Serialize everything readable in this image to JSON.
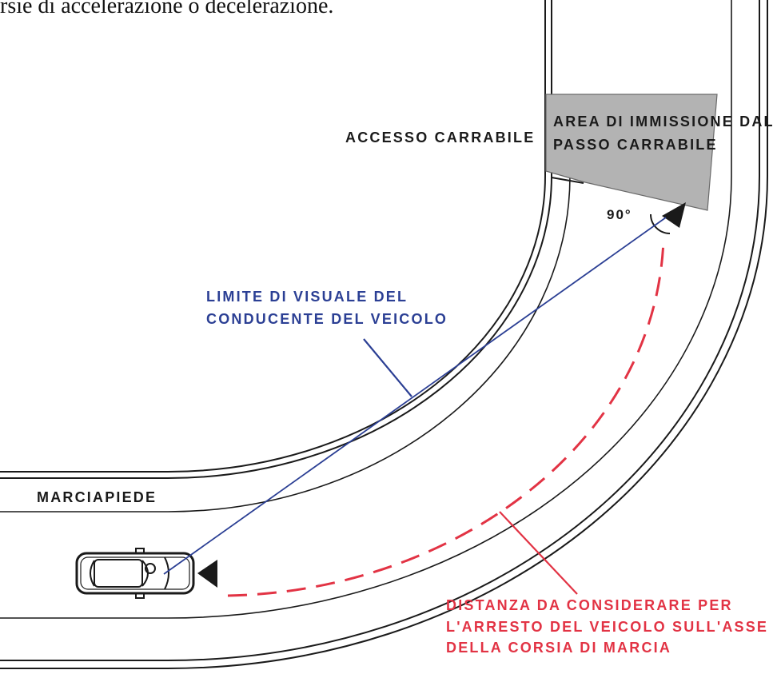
{
  "header_text": "rsie di accelerazione o decelerazione.",
  "labels": {
    "accesso": "ACCESSO CARRABILE",
    "area_line1": "AREA DI IMMISSIONE DAL",
    "area_line2": "PASSO CARRABILE",
    "angle": "90°",
    "limite_line1": "LIMITE DI VISUALE DEL",
    "limite_line2": "CONDUCENTE DEL VEICOLO",
    "marciapiede": "MARCIAPIEDE",
    "distanza_line1": "DISTANZA DA CONSIDERARE PER",
    "distanza_line2": "L'ARRESTO DEL VEICOLO SULL'ASSE",
    "distanza_line3": "DELLA CORSIA DI MARCIA"
  },
  "colors": {
    "line": "#1a1a1a",
    "sight_label": "#2b3f94",
    "stop_distance": "#e23344",
    "immission_area": "#b3b3b3"
  }
}
